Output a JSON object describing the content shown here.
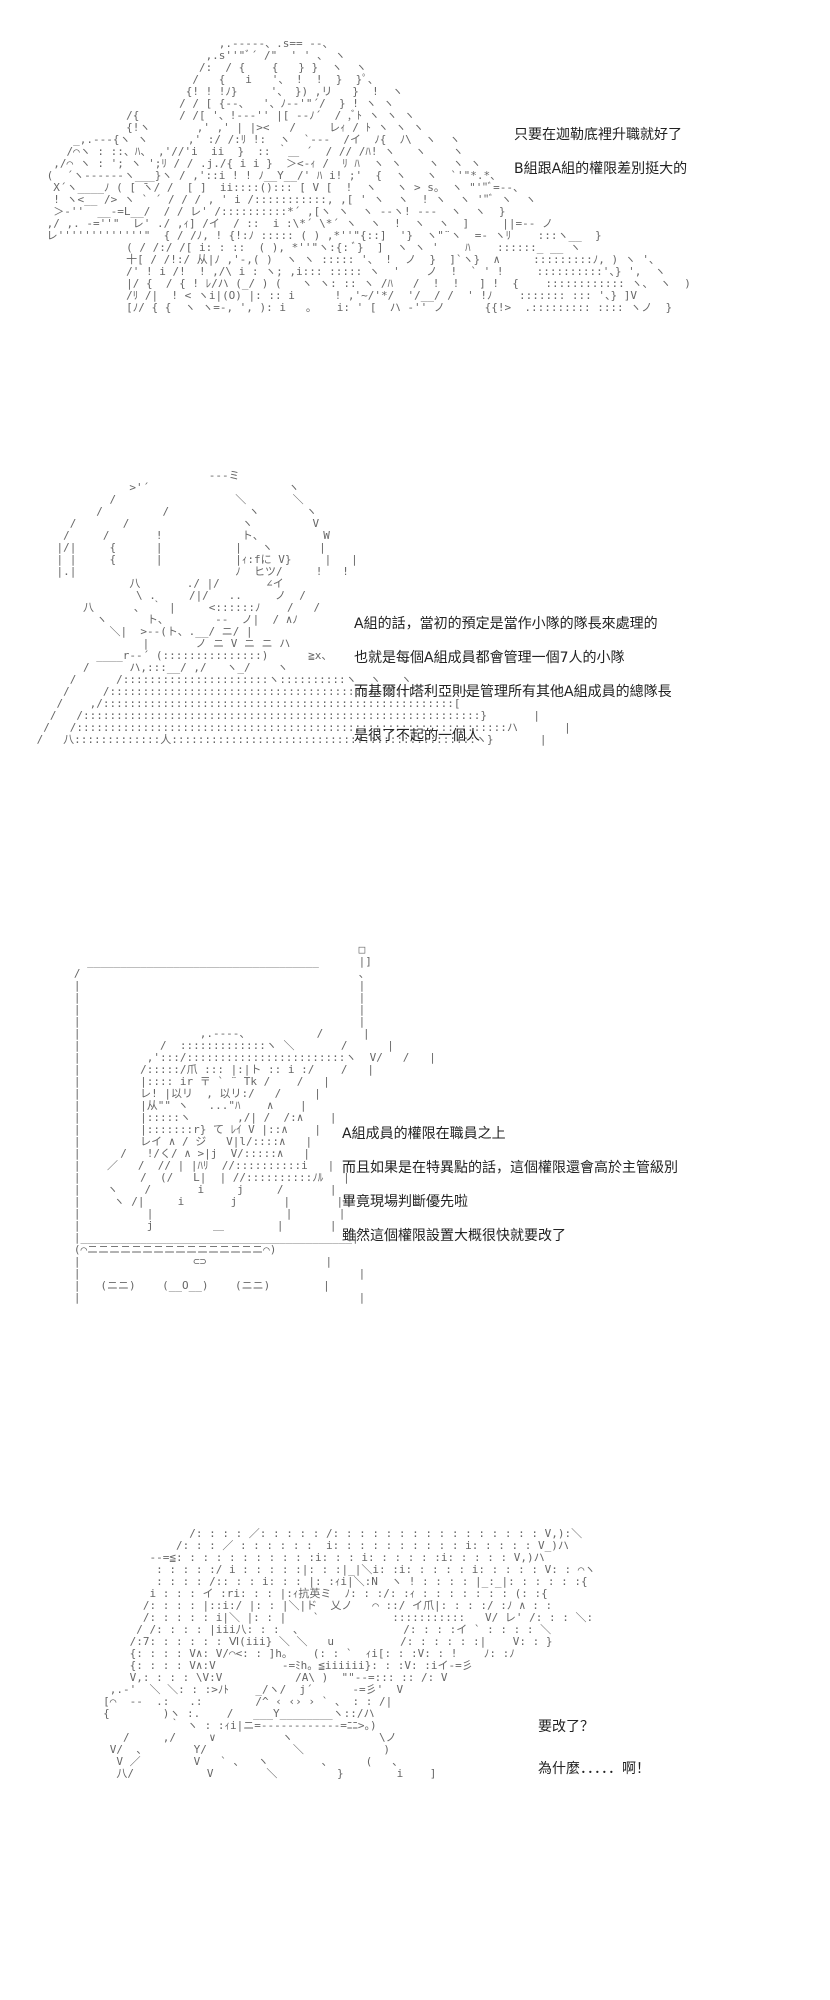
{
  "panels": [
    {
      "id": "panel-1",
      "dialogue": [
        "只要在迦勒底裡升職就好了",
        "B組跟A組的權限差別挺大的"
      ]
    },
    {
      "id": "panel-2",
      "dialogue": [
        "A組的話，當初的預定是當作小隊的隊長來處理的",
        "也就是每個A組成員都會管理一個7人的小隊",
        "而基爾什塔利亞則是管理所有其他A組成員的總隊長",
        "是很了不起的一個人"
      ]
    },
    {
      "id": "panel-3",
      "dialogue": [
        "A組成員的權限在職員之上",
        "而且如果是在特異點的話，這個權限還會高於主管級別",
        "畢竟現場判斷優先啦",
        "雖然這個權限設置大概很快就要改了"
      ]
    },
    {
      "id": "panel-4",
      "dialogue": [
        "要改了？",
        "為什麼．．．．．啊！"
      ]
    }
  ]
}
